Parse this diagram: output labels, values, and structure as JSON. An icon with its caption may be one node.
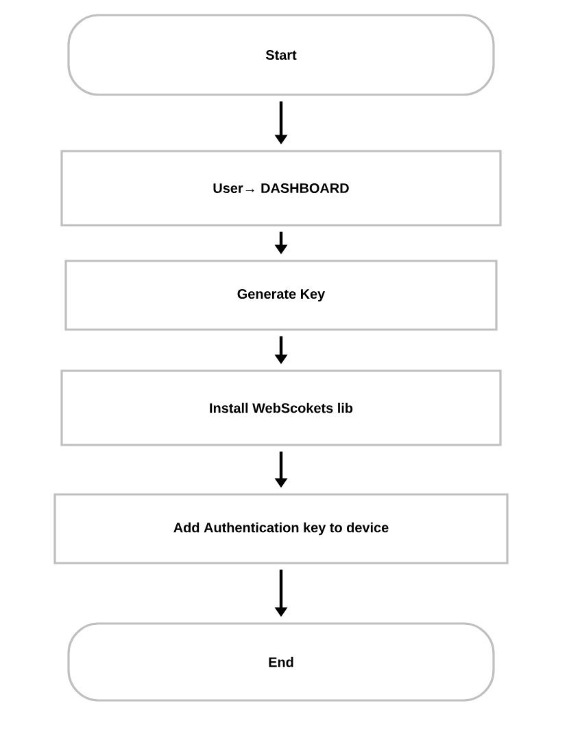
{
  "diagram": {
    "nodes": [
      {
        "text": [
          "Start"
        ]
      },
      {
        "text": [
          "User→ DASHBOARD"
        ]
      },
      {
        "text": [
          "Generate Key"
        ]
      },
      {
        "text": [
          "Install WebScokets lib"
        ]
      },
      {
        "text": [
          "Add Authentication key to device"
        ]
      },
      {
        "text": [
          "End"
        ]
      }
    ],
    "edges": [
      {
        "from": 0,
        "to": 1,
        "arrow": "to"
      },
      {
        "from": 1,
        "to": 2,
        "arrow": "to"
      },
      {
        "from": 2,
        "to": 3,
        "arrow": "to"
      },
      {
        "from": 3,
        "to": 4,
        "arrow": "to"
      },
      {
        "from": 4,
        "to": 5,
        "arrow": "to"
      }
    ]
  }
}
